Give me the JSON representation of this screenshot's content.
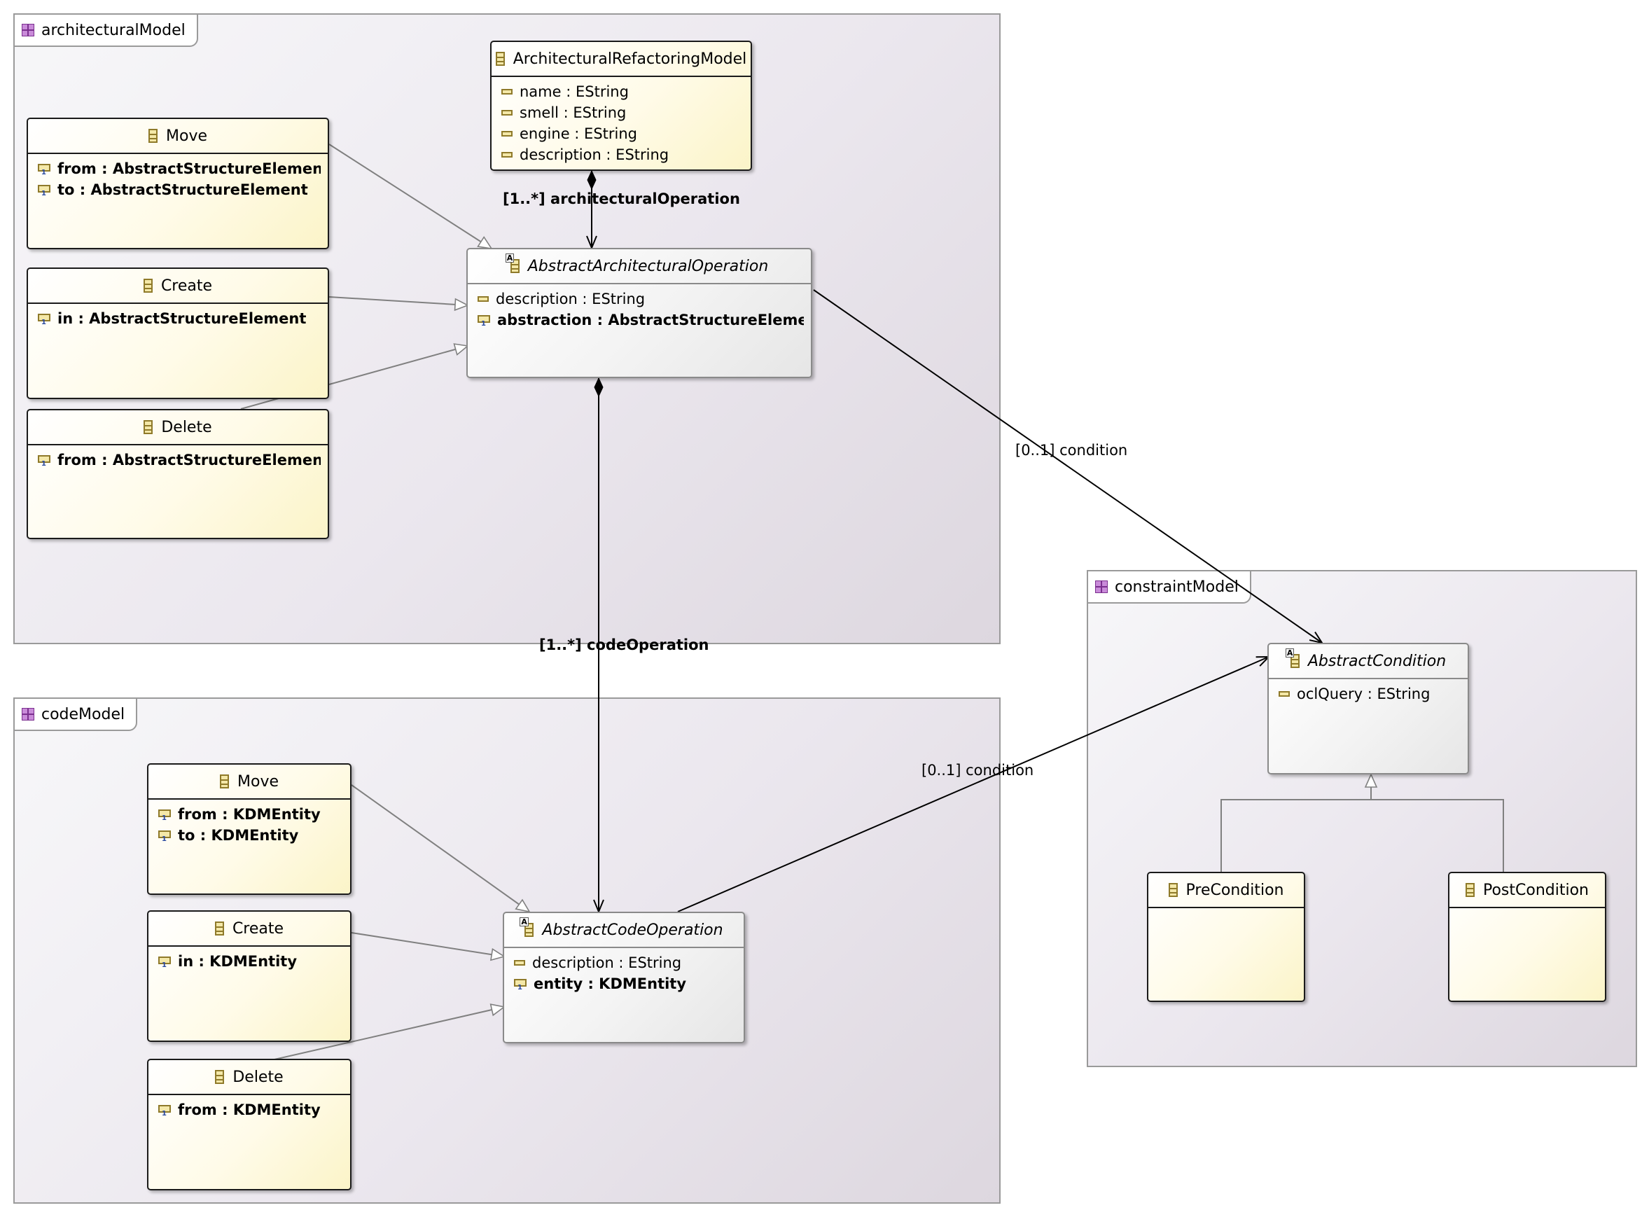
{
  "packages": {
    "architectural": {
      "name": "architecturalModel"
    },
    "code": {
      "name": "codeModel"
    },
    "constraint": {
      "name": "constraintModel"
    }
  },
  "classes": {
    "arm": {
      "name": "ArchitecturalRefactoringModel",
      "attributes": [
        "name : EString",
        "smell : EString",
        "engine : EString",
        "description : EString"
      ]
    },
    "aao": {
      "name": "AbstractArchitecturalOperation",
      "attributes": [
        "description : EString"
      ],
      "references": [
        "abstraction : AbstractStructureElement"
      ]
    },
    "arch_move": {
      "name": "Move",
      "references": [
        "from : AbstractStructureElement",
        "to : AbstractStructureElement"
      ]
    },
    "arch_create": {
      "name": "Create",
      "references": [
        "in : AbstractStructureElement"
      ]
    },
    "arch_delete": {
      "name": "Delete",
      "references": [
        "from : AbstractStructureElement"
      ]
    },
    "aco": {
      "name": "AbstractCodeOperation",
      "attributes": [
        "description : EString"
      ],
      "references": [
        "entity : KDMEntity"
      ]
    },
    "code_move": {
      "name": "Move",
      "references": [
        "from : KDMEntity",
        "to : KDMEntity"
      ]
    },
    "code_create": {
      "name": "Create",
      "references": [
        "in : KDMEntity"
      ]
    },
    "code_delete": {
      "name": "Delete",
      "references": [
        "from : KDMEntity"
      ]
    },
    "ac": {
      "name": "AbstractCondition",
      "attributes": [
        "oclQuery : EString"
      ]
    },
    "pre": {
      "name": "PreCondition"
    },
    "post": {
      "name": "PostCondition"
    }
  },
  "relations": {
    "architectural_operation": "[1..*] architecturalOperation",
    "code_operation": "[1..*] codeOperation",
    "arch_condition": "[0..1] condition",
    "code_condition": "[0..1] condition"
  },
  "colors": {
    "class_border": "#1a1a1a",
    "abstract_border": "#8a8a8a",
    "edge_generalization": "#808080",
    "edge_reference": "#000000"
  }
}
